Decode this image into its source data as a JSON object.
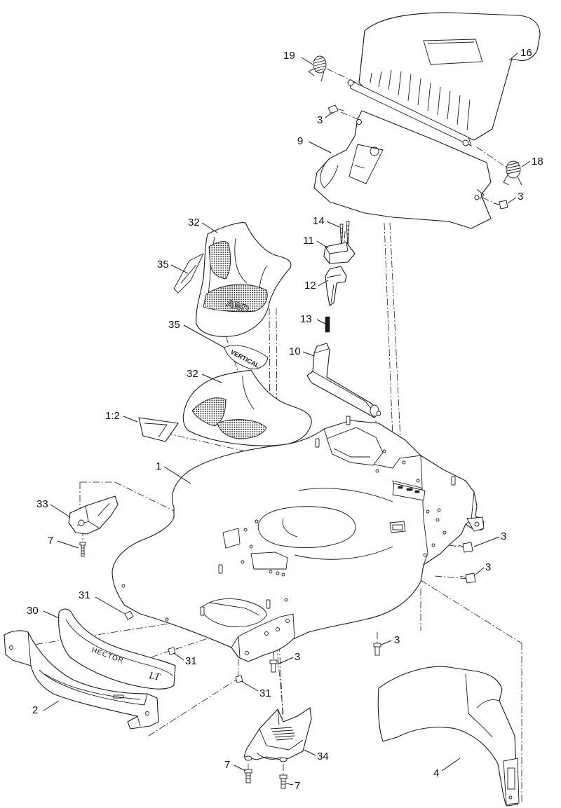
{
  "callouts": [
    {
      "id": "c16",
      "text": "16"
    },
    {
      "id": "c19",
      "text": "19"
    },
    {
      "id": "c3a",
      "text": "3"
    },
    {
      "id": "c9",
      "text": "9"
    },
    {
      "id": "c18",
      "text": "18"
    },
    {
      "id": "c3b",
      "text": "3"
    },
    {
      "id": "c14",
      "text": "14"
    },
    {
      "id": "c32a",
      "text": "32"
    },
    {
      "id": "c11",
      "text": "11"
    },
    {
      "id": "c35a",
      "text": "35"
    },
    {
      "id": "c12",
      "text": "12"
    },
    {
      "id": "c13",
      "text": "13"
    },
    {
      "id": "c35b",
      "text": "35"
    },
    {
      "id": "c10",
      "text": "10"
    },
    {
      "id": "c32b",
      "text": "32"
    },
    {
      "id": "c12b",
      "text": "1:2"
    },
    {
      "id": "c1",
      "text": "1"
    },
    {
      "id": "c33",
      "text": "33"
    },
    {
      "id": "c7a",
      "text": "7"
    },
    {
      "id": "c3c",
      "text": "3"
    },
    {
      "id": "c3d",
      "text": "3"
    },
    {
      "id": "c31a",
      "text": "31"
    },
    {
      "id": "c30",
      "text": "30"
    },
    {
      "id": "c31b",
      "text": "31"
    },
    {
      "id": "c3e",
      "text": "3"
    },
    {
      "id": "c3f",
      "text": "3"
    },
    {
      "id": "c31c",
      "text": "31"
    },
    {
      "id": "c2",
      "text": "2"
    },
    {
      "id": "c34",
      "text": "34"
    },
    {
      "id": "c4",
      "text": "4"
    },
    {
      "id": "c7b",
      "text": "7"
    },
    {
      "id": "c7c",
      "text": "7"
    }
  ],
  "decal_text": {
    "awd": "AWD",
    "vertical": "VERTICAL",
    "brand": "HECTOR",
    "script": "LT"
  }
}
